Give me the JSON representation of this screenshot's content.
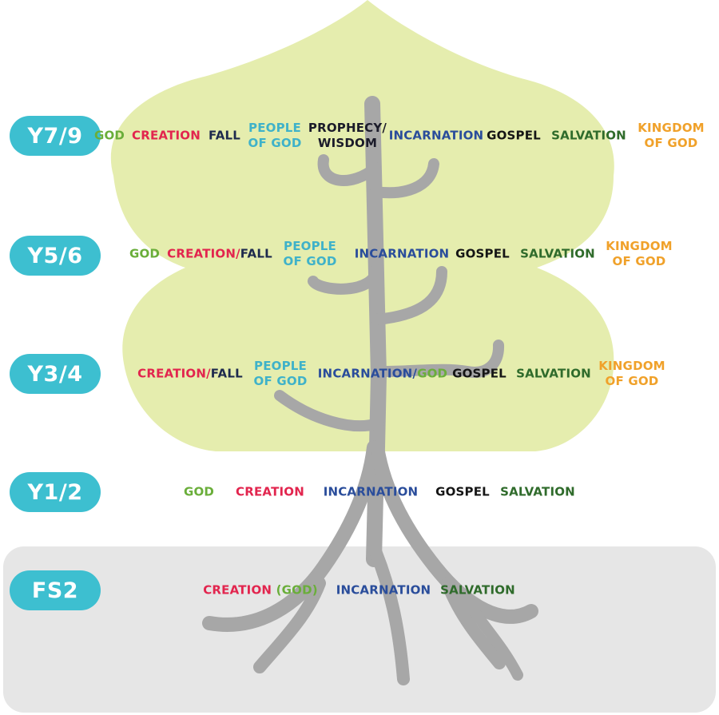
{
  "colors": {
    "god": "#6aae3a",
    "creation": "#e2254e",
    "fall": "#1d2a4d",
    "people": "#3fb2c9",
    "prophecy": "#1b1b2a",
    "incarnation": "#2a4d9b",
    "gospel": "#151515",
    "salvation": "#2f6b2b",
    "kingdom": "#f0a12a",
    "badge": "#3dbfd0",
    "canopy": "#e5edae",
    "ground": "#e6e6e6",
    "tree": "#a7a7a7"
  },
  "rows": [
    {
      "level": "Y7/9",
      "concepts": [
        {
          "lines": [
            [
              {
                "text": "GOD",
                "color": "god"
              }
            ]
          ]
        },
        {
          "lines": [
            [
              {
                "text": "CREATION",
                "color": "creation"
              }
            ]
          ]
        },
        {
          "lines": [
            [
              {
                "text": "FALL",
                "color": "fall"
              }
            ]
          ]
        },
        {
          "lines": [
            [
              {
                "text": "PEOPLE",
                "color": "people"
              }
            ],
            [
              {
                "text": "OF GOD",
                "color": "people"
              }
            ]
          ]
        },
        {
          "lines": [
            [
              {
                "text": "PROPHECY/",
                "color": "prophecy"
              }
            ],
            [
              {
                "text": "WISDOM",
                "color": "prophecy"
              }
            ]
          ]
        },
        {
          "lines": [
            [
              {
                "text": "INCARNATION",
                "color": "incarnation"
              }
            ]
          ]
        },
        {
          "lines": [
            [
              {
                "text": "GOSPEL",
                "color": "gospel"
              }
            ]
          ]
        },
        {
          "lines": [
            [
              {
                "text": "SALVATION",
                "color": "salvation"
              }
            ]
          ]
        },
        {
          "lines": [
            [
              {
                "text": "KINGDOM",
                "color": "kingdom"
              }
            ],
            [
              {
                "text": "OF GOD",
                "color": "kingdom"
              }
            ]
          ]
        }
      ]
    },
    {
      "level": "Y5/6",
      "concepts": [
        {
          "lines": [
            [
              {
                "text": "GOD",
                "color": "god"
              }
            ]
          ]
        },
        {
          "lines": [
            [
              {
                "text": "CREATION/",
                "color": "creation"
              },
              {
                "text": "FALL",
                "color": "fall"
              }
            ]
          ]
        },
        {
          "lines": [
            [
              {
                "text": "PEOPLE",
                "color": "people"
              }
            ],
            [
              {
                "text": "OF GOD",
                "color": "people"
              }
            ]
          ]
        },
        {
          "lines": [
            [
              {
                "text": "INCARNATION",
                "color": "incarnation"
              }
            ]
          ]
        },
        {
          "lines": [
            [
              {
                "text": "GOSPEL",
                "color": "gospel"
              }
            ]
          ]
        },
        {
          "lines": [
            [
              {
                "text": "SALVATION",
                "color": "salvation"
              }
            ]
          ]
        },
        {
          "lines": [
            [
              {
                "text": "KINGDOM",
                "color": "kingdom"
              }
            ],
            [
              {
                "text": "OF GOD",
                "color": "kingdom"
              }
            ]
          ]
        }
      ]
    },
    {
      "level": "Y3/4",
      "concepts": [
        {
          "lines": [
            [
              {
                "text": "CREATION/",
                "color": "creation"
              },
              {
                "text": "FALL",
                "color": "fall"
              }
            ]
          ]
        },
        {
          "lines": [
            [
              {
                "text": "PEOPLE",
                "color": "people"
              }
            ],
            [
              {
                "text": "OF GOD",
                "color": "people"
              }
            ]
          ]
        },
        {
          "lines": [
            [
              {
                "text": "INCARNATION/",
                "color": "incarnation"
              },
              {
                "text": "GOD",
                "color": "god"
              }
            ]
          ]
        },
        {
          "lines": [
            [
              {
                "text": "GOSPEL",
                "color": "gospel"
              }
            ]
          ]
        },
        {
          "lines": [
            [
              {
                "text": "SALVATION",
                "color": "salvation"
              }
            ]
          ]
        },
        {
          "lines": [
            [
              {
                "text": "KINGDOM",
                "color": "kingdom"
              }
            ],
            [
              {
                "text": "OF GOD",
                "color": "kingdom"
              }
            ]
          ]
        }
      ]
    },
    {
      "level": "Y1/2",
      "concepts": [
        {
          "lines": [
            [
              {
                "text": "GOD",
                "color": "god"
              }
            ]
          ]
        },
        {
          "lines": [
            [
              {
                "text": "CREATION",
                "color": "creation"
              }
            ]
          ]
        },
        {
          "lines": [
            [
              {
                "text": "INCARNATION",
                "color": "incarnation"
              }
            ]
          ]
        },
        {
          "lines": [
            [
              {
                "text": "GOSPEL",
                "color": "gospel"
              }
            ]
          ]
        },
        {
          "lines": [
            [
              {
                "text": "SALVATION",
                "color": "salvation"
              }
            ]
          ]
        }
      ]
    },
    {
      "level": "FS2",
      "concepts": [
        {
          "lines": [
            [
              {
                "text": "CREATION ",
                "color": "creation"
              },
              {
                "text": "(GOD)",
                "color": "god"
              }
            ]
          ]
        },
        {
          "lines": [
            [
              {
                "text": "INCARNATION",
                "color": "incarnation"
              }
            ]
          ]
        },
        {
          "lines": [
            [
              {
                "text": "SALVATION",
                "color": "salvation"
              }
            ]
          ]
        }
      ]
    }
  ]
}
